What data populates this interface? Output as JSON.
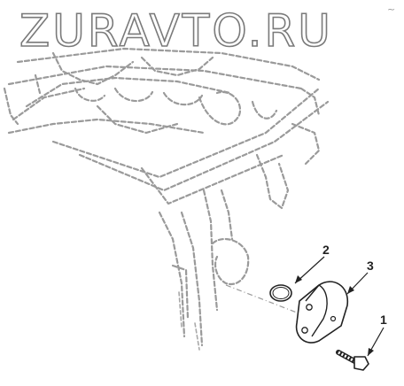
{
  "watermark": "ZURAVTO.RU",
  "callouts": {
    "bolt": "1",
    "seal_ring": "2",
    "cover": "3"
  },
  "corner_mark": "~"
}
